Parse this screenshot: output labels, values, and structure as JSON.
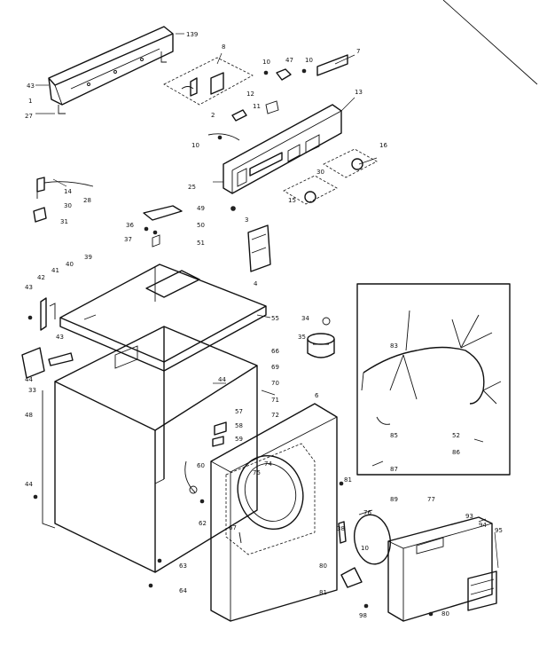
{
  "diagram": {
    "labels": [
      {
        "id": "c1",
        "text": "139"
      },
      {
        "id": "c2",
        "text": "43"
      },
      {
        "id": "c3",
        "text": "1"
      },
      {
        "id": "c4",
        "text": "27"
      },
      {
        "id": "c5",
        "text": "8"
      },
      {
        "id": "c6",
        "text": "10"
      },
      {
        "id": "c7",
        "text": "47"
      },
      {
        "id": "c8",
        "text": "10"
      },
      {
        "id": "c9",
        "text": "7"
      },
      {
        "id": "c10",
        "text": "12"
      },
      {
        "id": "c11",
        "text": "2"
      },
      {
        "id": "c12",
        "text": "11"
      },
      {
        "id": "c13",
        "text": "13"
      },
      {
        "id": "c14",
        "text": "10"
      },
      {
        "id": "c15",
        "text": "16"
      },
      {
        "id": "c16",
        "text": "30"
      },
      {
        "id": "c17",
        "text": "15"
      },
      {
        "id": "c18",
        "text": "25"
      },
      {
        "id": "c19",
        "text": "3"
      },
      {
        "id": "c20",
        "text": "14"
      },
      {
        "id": "c21",
        "text": "28"
      },
      {
        "id": "c22",
        "text": "30"
      },
      {
        "id": "c23",
        "text": "31"
      },
      {
        "id": "c24",
        "text": "49"
      },
      {
        "id": "c25",
        "text": "36"
      },
      {
        "id": "c26",
        "text": "50"
      },
      {
        "id": "c27",
        "text": "37"
      },
      {
        "id": "c28",
        "text": "51"
      },
      {
        "id": "c29",
        "text": "4"
      },
      {
        "id": "c30",
        "text": "39"
      },
      {
        "id": "c31",
        "text": "41"
      },
      {
        "id": "c32",
        "text": "40"
      },
      {
        "id": "c33",
        "text": "42"
      },
      {
        "id": "c34",
        "text": "43"
      },
      {
        "id": "c35",
        "text": "55"
      },
      {
        "id": "c36",
        "text": "34"
      },
      {
        "id": "c37",
        "text": "35"
      },
      {
        "id": "c38",
        "text": "43"
      },
      {
        "id": "c39",
        "text": "44"
      },
      {
        "id": "c40",
        "text": "33"
      },
      {
        "id": "c41",
        "text": "48"
      },
      {
        "id": "c42",
        "text": "66"
      },
      {
        "id": "c43",
        "text": "69"
      },
      {
        "id": "c44",
        "text": "44"
      },
      {
        "id": "c45",
        "text": "70"
      },
      {
        "id": "c46",
        "text": "71"
      },
      {
        "id": "c47",
        "text": "6"
      },
      {
        "id": "c48",
        "text": "72"
      },
      {
        "id": "c49",
        "text": "57"
      },
      {
        "id": "c50",
        "text": "58"
      },
      {
        "id": "c51",
        "text": "59"
      },
      {
        "id": "c52",
        "text": "60"
      },
      {
        "id": "c53",
        "text": "74"
      },
      {
        "id": "c54",
        "text": "75"
      },
      {
        "id": "c55",
        "text": "67"
      },
      {
        "id": "c56",
        "text": "62"
      },
      {
        "id": "c57",
        "text": "44"
      },
      {
        "id": "c58",
        "text": "81"
      },
      {
        "id": "c59",
        "text": "63"
      },
      {
        "id": "c60",
        "text": "64"
      },
      {
        "id": "c61",
        "text": "38"
      },
      {
        "id": "c62",
        "text": "76"
      },
      {
        "id": "c63",
        "text": "89"
      },
      {
        "id": "c64",
        "text": "77"
      },
      {
        "id": "c65",
        "text": "93"
      },
      {
        "id": "c66",
        "text": "94"
      },
      {
        "id": "c67",
        "text": "95"
      },
      {
        "id": "c68",
        "text": "10"
      },
      {
        "id": "c69",
        "text": "80"
      },
      {
        "id": "c70",
        "text": "81"
      },
      {
        "id": "c71",
        "text": "98"
      },
      {
        "id": "c72",
        "text": "80"
      },
      {
        "id": "c73",
        "text": "83"
      },
      {
        "id": "c74",
        "text": "85"
      },
      {
        "id": "c75",
        "text": "52"
      },
      {
        "id": "c76",
        "text": "86"
      },
      {
        "id": "c77",
        "text": "87"
      }
    ]
  }
}
